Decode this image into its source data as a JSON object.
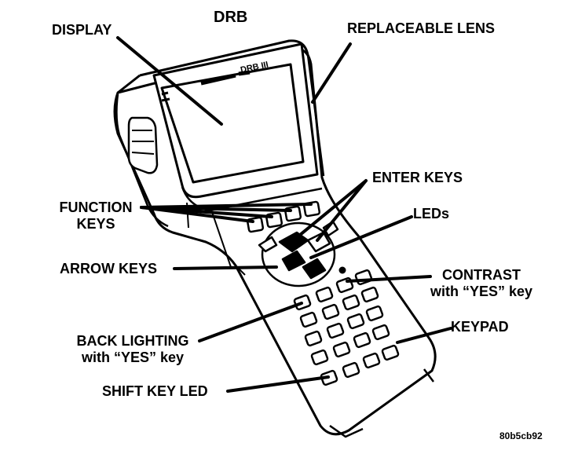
{
  "title": "DRB",
  "labels": {
    "display": "DISPLAY",
    "replaceable_lens": "REPLACEABLE LENS",
    "enter_keys": "ENTER KEYS",
    "function_keys": [
      "FUNCTION",
      "KEYS"
    ],
    "leds": "LEDs",
    "arrow_keys": "ARROW KEYS",
    "contrast": [
      "CONTRAST",
      "with “YES” key"
    ],
    "keypad": "KEYPAD",
    "back_lighting": [
      "BACK LIGHTING",
      "with “YES” key"
    ],
    "shift_key_led": "SHIFT KEY LED"
  },
  "device_screen_text": "DRB III",
  "figure_code": "80b5cb92",
  "colors": {
    "ink": "#000000",
    "paper": "#ffffff"
  },
  "icons": [
    "keyboard-key-icon",
    "arrow-pad-icon"
  ]
}
